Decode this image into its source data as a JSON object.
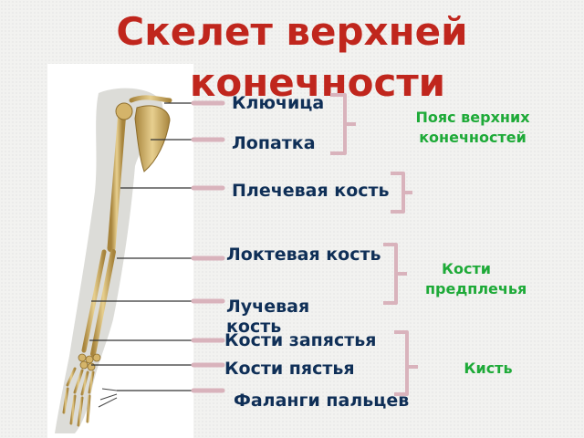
{
  "title": {
    "line1": "Скелет верхней",
    "line2": "конечности"
  },
  "labels": {
    "clavicle": "Ключица",
    "scapula": "Лопатка",
    "humerus": "Плечевая кость",
    "ulna": "Локтевая кость",
    "radius": "Лучевая кость",
    "carpals": "Кости запястья",
    "metacarpals": "Кости пястья",
    "phalanges": "Фаланги пальцев"
  },
  "groups": {
    "girdle": "Пояс верхних конечностей",
    "forearm": "Кости предплечья",
    "hand": "Кисть"
  },
  "colors": {
    "title": "#c0261d",
    "label": "#0f2f57",
    "group": "#1eaa38",
    "bracket": "#d9b3bc",
    "bone": "#d4b46a"
  }
}
